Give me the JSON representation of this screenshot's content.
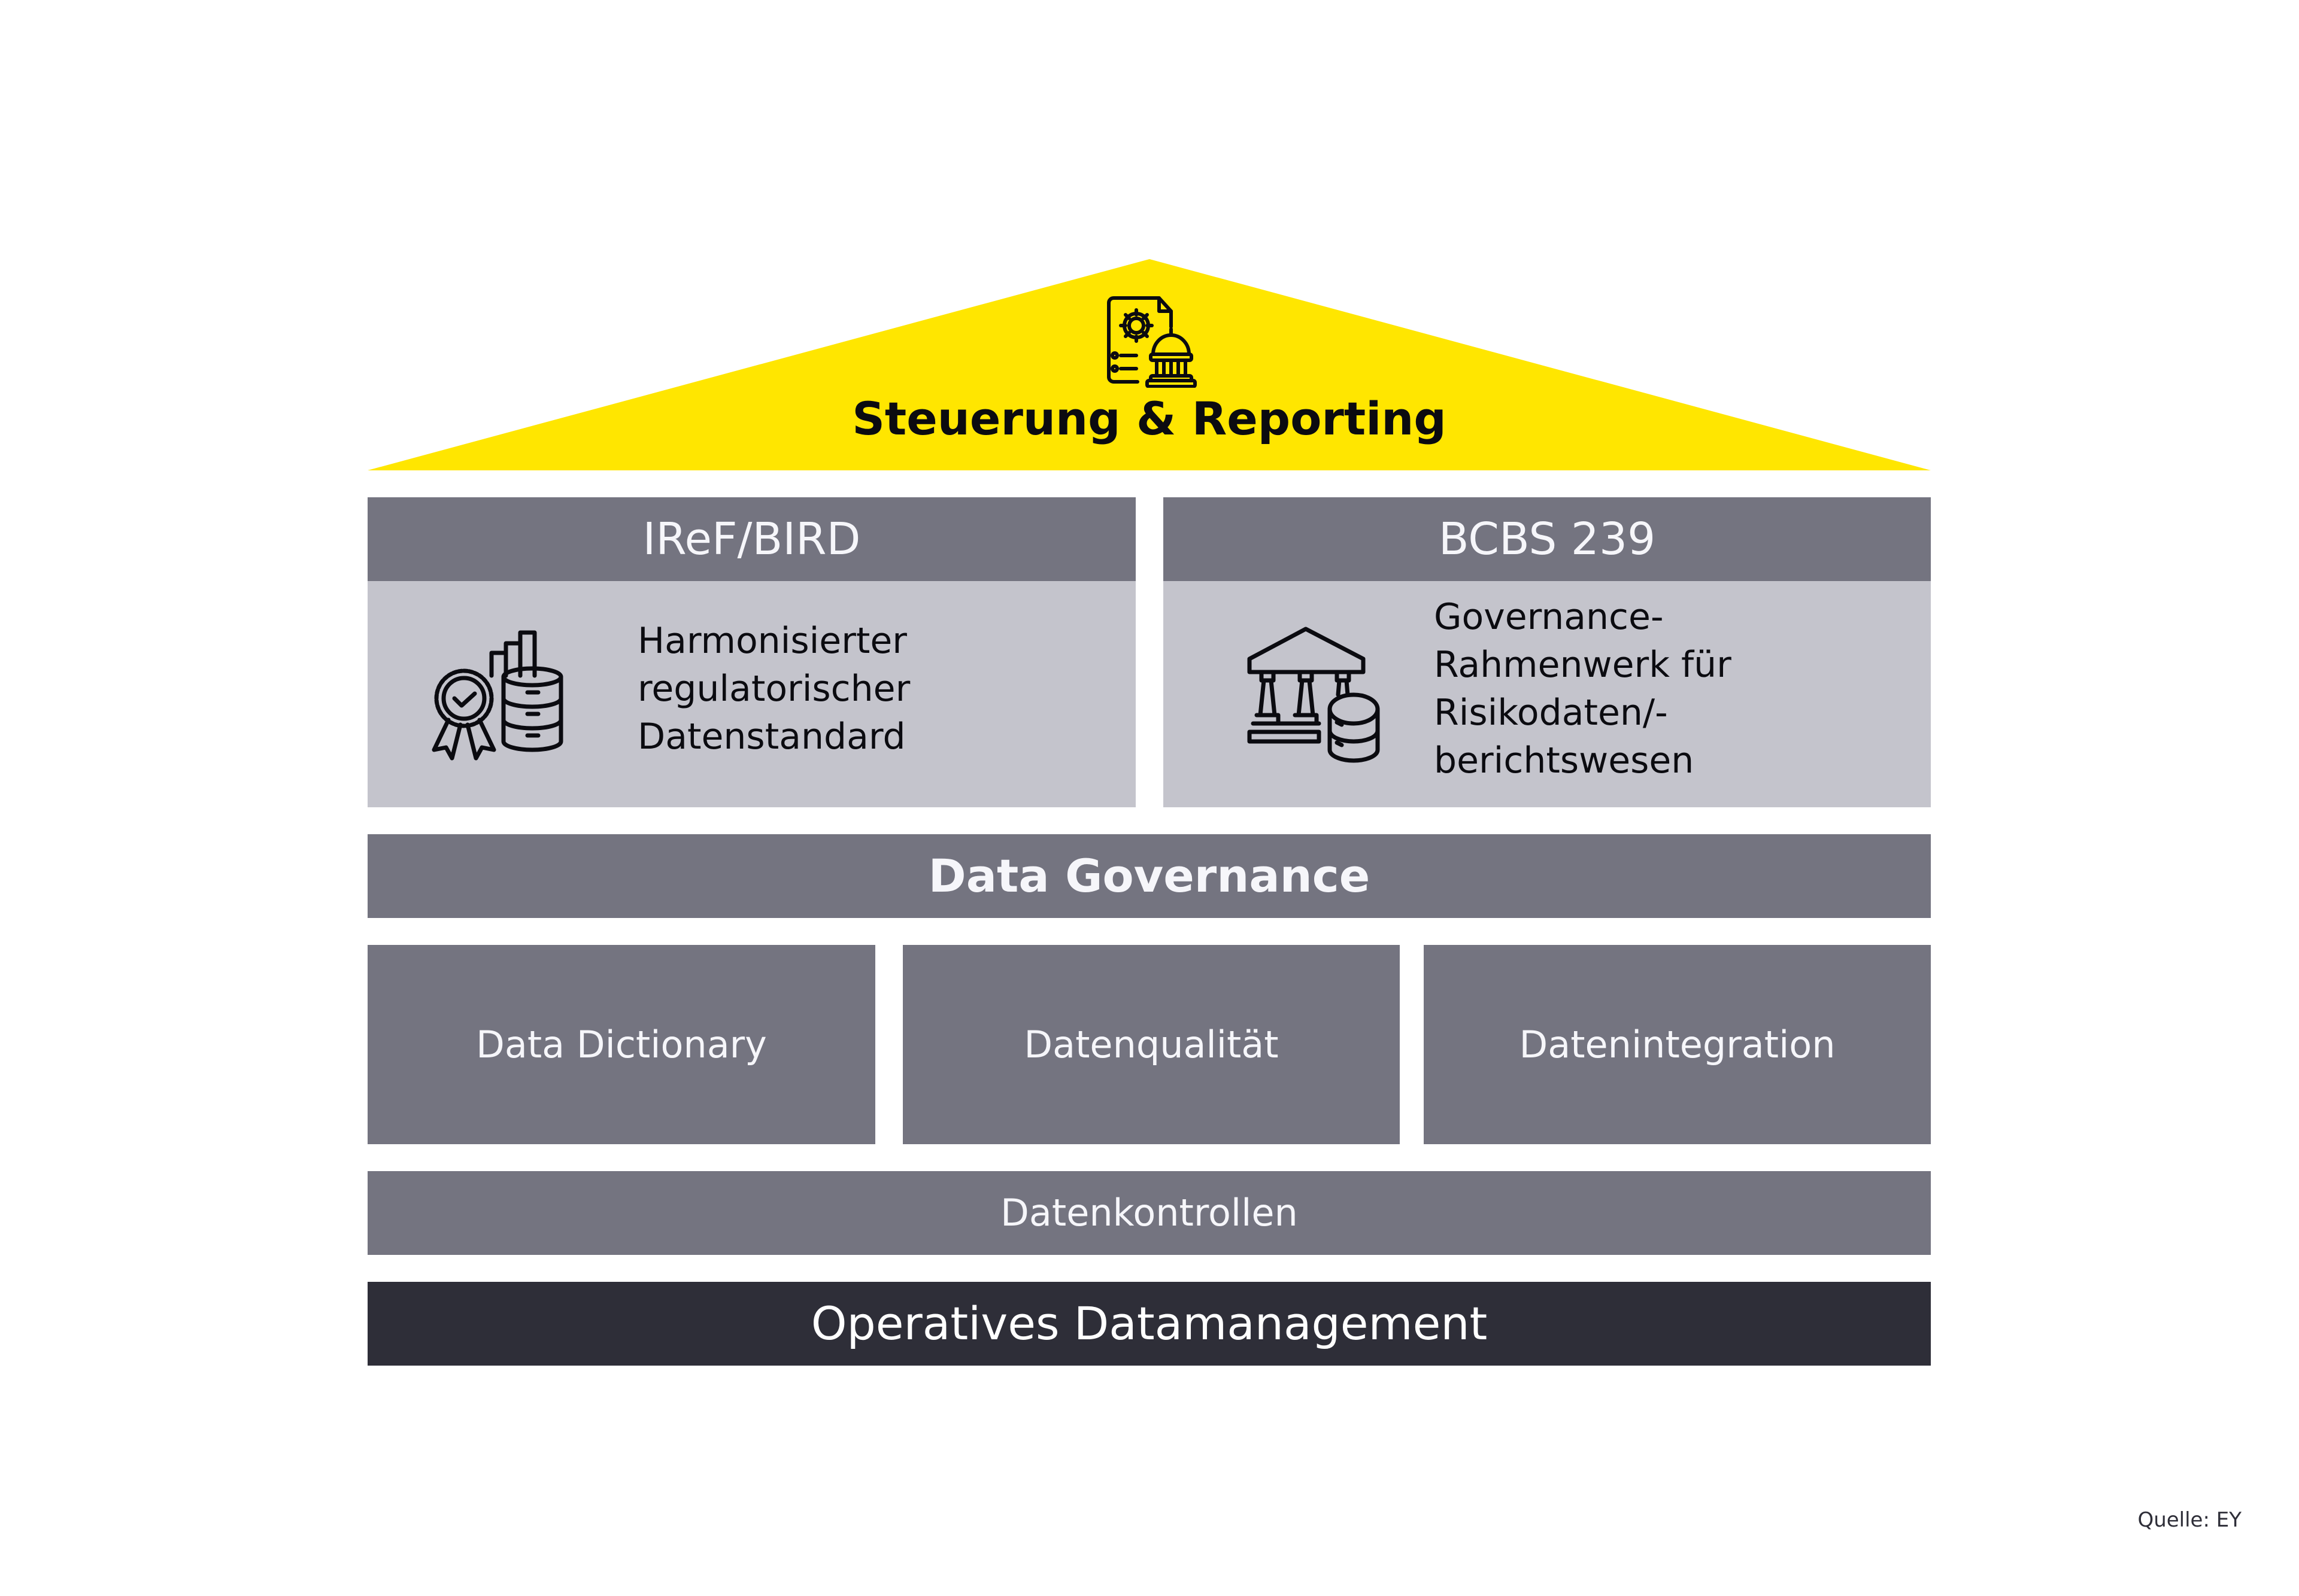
{
  "roof": {
    "title": "Steuerung & Reporting",
    "icon": "document-gear-government-building-icon",
    "color": "#FFE600"
  },
  "columns": [
    {
      "header": "IReF/BIRD",
      "icon": "award-database-chart-icon",
      "text": "Harmonisierter\nregulatorischer\nDatenstandard"
    },
    {
      "header": "BCBS 239",
      "icon": "bank-building-database-icon",
      "text": "Governance-\nRahmenwerk für\nRisikodaten/-\nberichtswesen"
    }
  ],
  "governance": {
    "title": "Data Governance",
    "pillars": [
      "Data Dictionary",
      "Datenqualität",
      "Datenintegration"
    ]
  },
  "controls": {
    "title": "Datenkontrollen"
  },
  "foundation": {
    "title": "Operatives Datamanagement"
  },
  "source": "Quelle: EY",
  "colors": {
    "header_gray": "#747480",
    "light_gray": "#C4C4CC",
    "dark": "#2E2E38",
    "yellow": "#FFE600"
  }
}
